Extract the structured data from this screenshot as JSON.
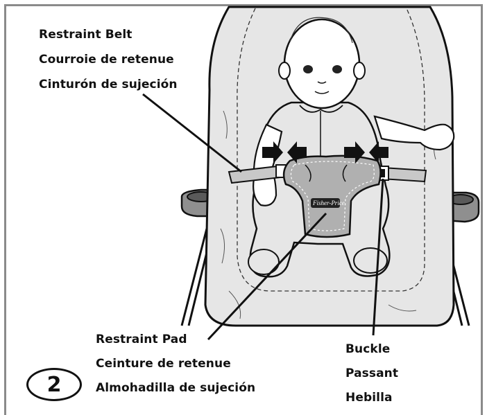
{
  "step_number": "2",
  "labels": {
    "restraint_belt": [
      "Restraint Belt",
      "Courroie de retenue",
      "Cinturón de sujeción"
    ],
    "restraint_pad": [
      "Restraint Pad",
      "Ceinture de retenue",
      "Almohadilla de sujeción"
    ],
    "buckle": [
      "Buckle",
      "Passant",
      "Hebilla"
    ]
  },
  "logo": "Fisher-Price",
  "colors": {
    "frame": "#8a8a8a",
    "seat_fill": "#e6e6e6",
    "outline": "#111111",
    "arrow": "#111111"
  }
}
